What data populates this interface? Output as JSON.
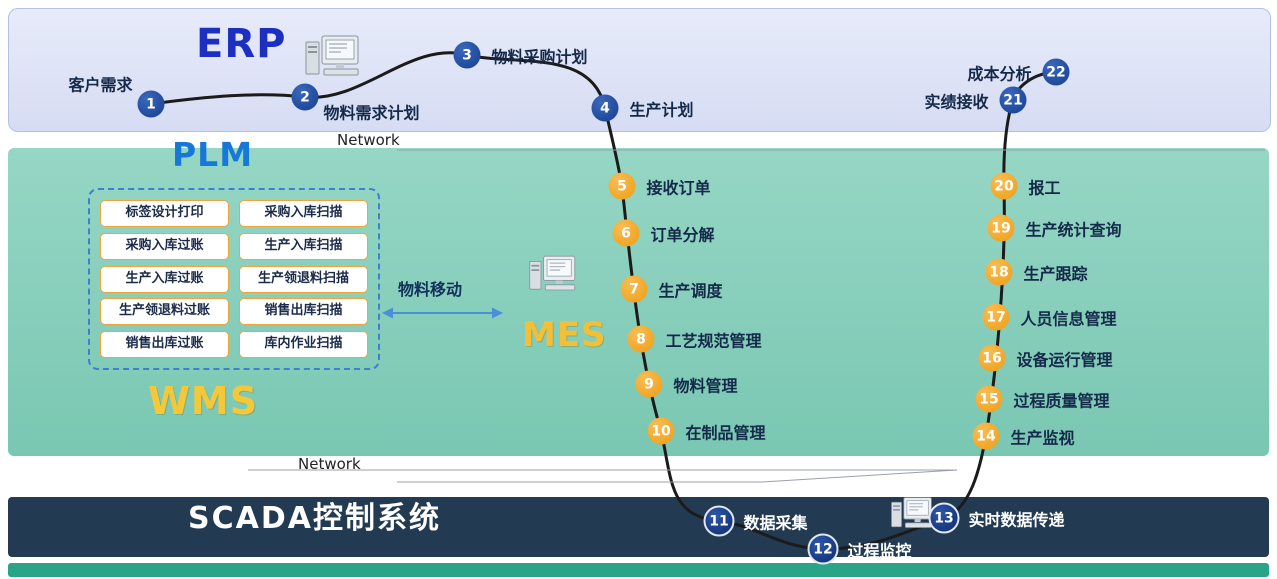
{
  "titles": {
    "erp": "ERP",
    "plm": "PLM",
    "wms": "WMS",
    "mes": "MES",
    "scada": "SCADA控制系统"
  },
  "network": {
    "top": "Network",
    "bottom": "Network"
  },
  "material_move": "物料移动",
  "wms_panel": {
    "left": [
      "标签设计打印",
      "采购入库过账",
      "生产入库过账",
      "生产领退料过账",
      "销售出库过账"
    ],
    "right": [
      "采购入库扫描",
      "生产入库扫描",
      "生产领退料扫描",
      "销售出库扫描",
      "库内作业扫描"
    ]
  },
  "flow": {
    "nodes": [
      {
        "num": "1",
        "label": "客户需求"
      },
      {
        "num": "2",
        "label": "物料需求计划"
      },
      {
        "num": "3",
        "label": "物料采购计划"
      },
      {
        "num": "4",
        "label": "生产计划"
      },
      {
        "num": "5",
        "label": "接收订单"
      },
      {
        "num": "6",
        "label": "订单分解"
      },
      {
        "num": "7",
        "label": "生产调度"
      },
      {
        "num": "8",
        "label": "工艺规范管理"
      },
      {
        "num": "9",
        "label": "物料管理"
      },
      {
        "num": "10",
        "label": "在制品管理"
      },
      {
        "num": "11",
        "label": "数据采集"
      },
      {
        "num": "12",
        "label": "过程监控"
      },
      {
        "num": "13",
        "label": "实时数据传递"
      },
      {
        "num": "14",
        "label": "生产监视"
      },
      {
        "num": "15",
        "label": "过程质量管理"
      },
      {
        "num": "16",
        "label": "设备运行管理"
      },
      {
        "num": "17",
        "label": "人员信息管理"
      },
      {
        "num": "18",
        "label": "生产跟踪"
      },
      {
        "num": "19",
        "label": "生产统计查询"
      },
      {
        "num": "20",
        "label": "报工"
      },
      {
        "num": "21",
        "label": "实绩接收"
      },
      {
        "num": "22",
        "label": "成本分析"
      }
    ]
  },
  "colors": {
    "band_erp": "#dfe4f7",
    "band_mid": "#82cbb8",
    "band_scada": "#223a52",
    "band_strip": "#2aa487",
    "node_orange": "#f0a229",
    "node_navy": "#1a4a9c",
    "node_dark": "#12337a",
    "wms_item_border": "#f0a53c",
    "panel_dashed_border": "#3f7fd0",
    "arrow_blue": "#4a90d9",
    "title_erp": "#1d2fc1",
    "title_plm": "#1778d8",
    "title_wms": "#f5c839",
    "title_mes": "#f5bf35"
  }
}
